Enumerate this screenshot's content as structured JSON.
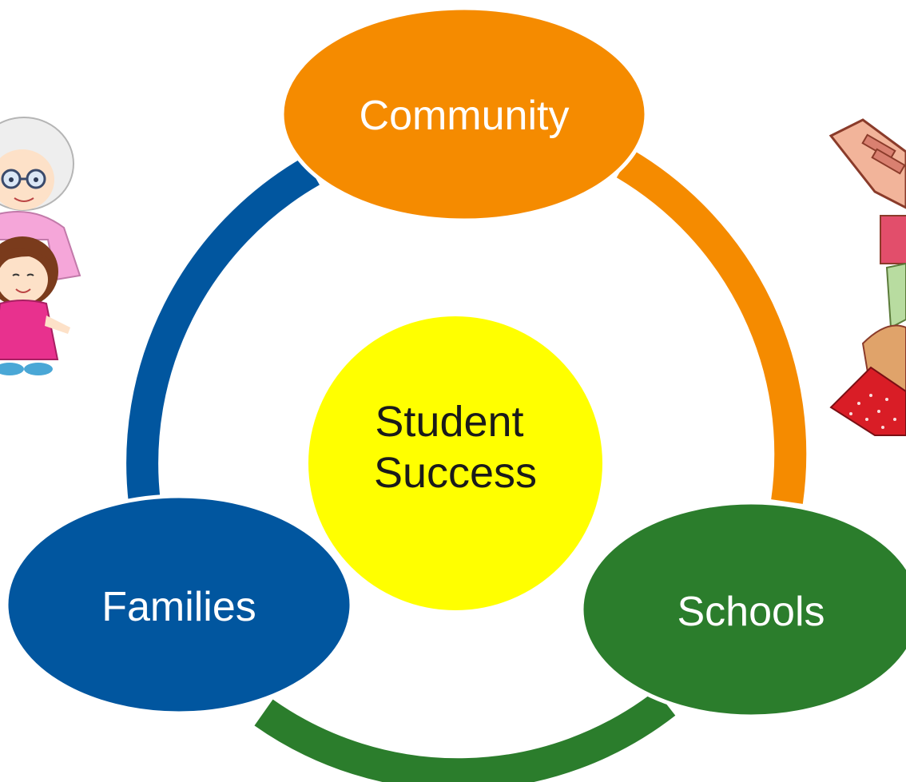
{
  "diagram": {
    "center": {
      "lines": [
        "Student",
        "Success"
      ],
      "color": "#ffff00",
      "text_color": "#1a1a1a"
    },
    "nodes": [
      {
        "id": "community",
        "label": "Community",
        "color": "#f58b00",
        "text_color": "#ffffff"
      },
      {
        "id": "families",
        "label": "Families",
        "color": "#01569f",
        "text_color": "#ffffff"
      },
      {
        "id": "schools",
        "label": "Schools",
        "color": "#2b7d2c",
        "text_color": "#ffffff"
      }
    ],
    "arcs": [
      {
        "id": "community-schools",
        "color": "#f58b00"
      },
      {
        "id": "schools-families",
        "color": "#2b7d2c"
      },
      {
        "id": "families-community",
        "color": "#01569f"
      }
    ]
  },
  "illustrations": [
    {
      "id": "grandmother-and-girl",
      "icon": "grandmother-girl-icon"
    },
    {
      "id": "hands-graduate",
      "icon": "graduation-hands-icon"
    }
  ]
}
